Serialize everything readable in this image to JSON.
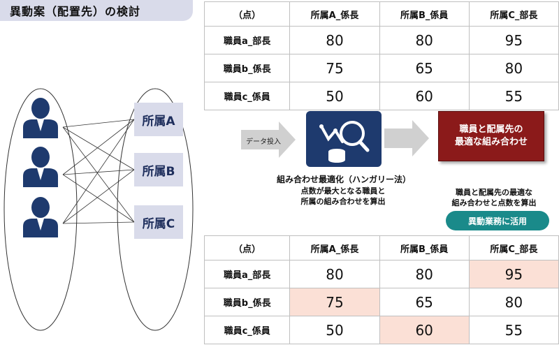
{
  "title": "異動案（配置先）の検討",
  "departments": [
    "所属A",
    "所属B",
    "所属C"
  ],
  "table": {
    "header": [
      "（点）",
      "所属A_係長",
      "所属B_係員",
      "所属C_部長"
    ],
    "rows": [
      {
        "label": "職員a_部長",
        "values": [
          "80",
          "80",
          "95"
        ]
      },
      {
        "label": "職員b_係長",
        "values": [
          "75",
          "65",
          "80"
        ]
      },
      {
        "label": "職員c_係員",
        "values": [
          "50",
          "60",
          "55"
        ]
      }
    ]
  },
  "data_input_label": "データ投入",
  "optimizer": {
    "title": "組み合わせ最適化（ハンガリー法）",
    "desc_line1": "点数が最大となる職員と",
    "desc_line2": "所属の組み合わせを算出"
  },
  "result": {
    "line1": "職員と配属先の",
    "line2": "最適な組み合わせ",
    "desc_line1": "職員と配属先の最適な",
    "desc_line2": "組み合わせと点数を算出",
    "pill": "異動業務に活用"
  },
  "colors": {
    "title_bg": "#d9dbea",
    "person_icon": "#1e3a6e",
    "result_box": "#8b1a1a",
    "pill": "#1a8a8a",
    "highlight": "#fbe0d6"
  }
}
